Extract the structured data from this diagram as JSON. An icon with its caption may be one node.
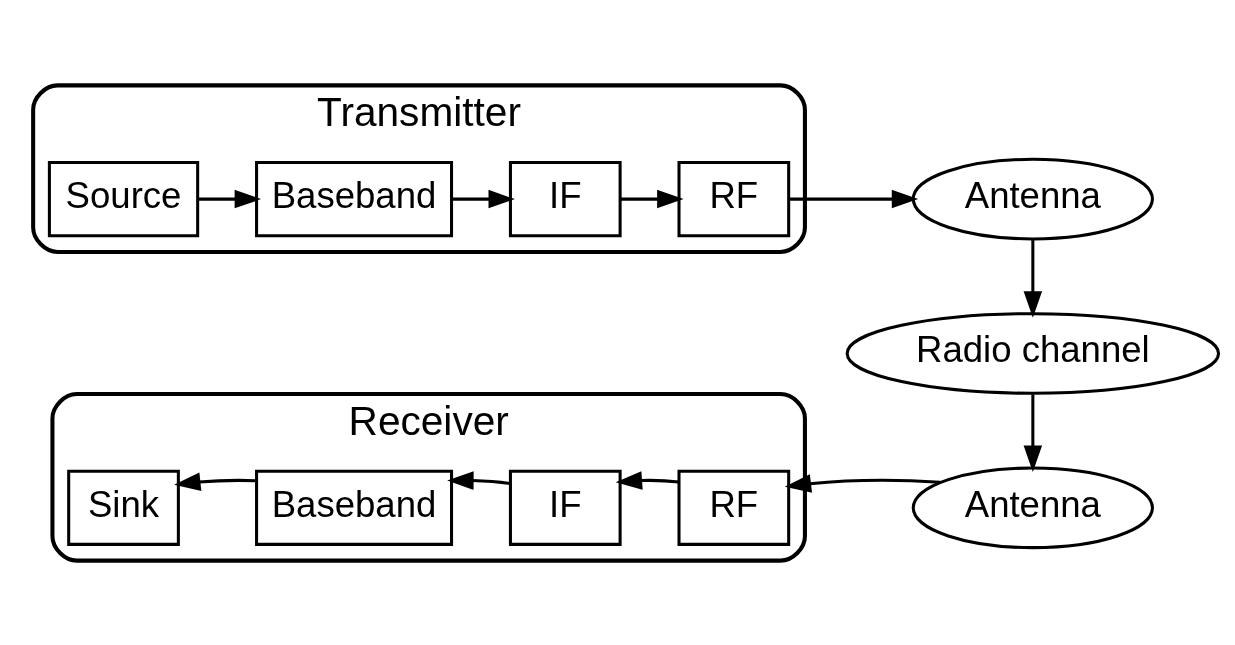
{
  "diagram": {
    "nodes": [
      {
        "text": [
          "Transmitter"
        ]
      },
      {
        "text": [
          "Source"
        ],
        "in": 0
      },
      {
        "text": [
          "Baseband"
        ],
        "in": 0
      },
      {
        "text": [
          "IF"
        ],
        "in": 0
      },
      {
        "text": [
          "RF"
        ],
        "in": 0
      },
      {
        "text": [
          "Antenna"
        ]
      },
      {
        "text": [
          "Radio channel"
        ]
      },
      {
        "text": [
          "Receiver"
        ]
      },
      {
        "text": [
          "Sink"
        ],
        "in": 7
      },
      {
        "text": [
          "Baseband"
        ],
        "in": 7
      },
      {
        "text": [
          "IF"
        ],
        "in": 7
      },
      {
        "text": [
          "RF"
        ],
        "in": 7
      },
      {
        "text": [
          "Antenna"
        ]
      }
    ],
    "edges": [
      {
        "from": 1,
        "to": 2,
        "arrow": "to"
      },
      {
        "from": 2,
        "to": 3,
        "arrow": "to"
      },
      {
        "from": 3,
        "to": 4,
        "arrow": "to"
      },
      {
        "from": 4,
        "to": 5,
        "arrow": "to"
      },
      {
        "from": 5,
        "to": 6,
        "arrow": "to"
      },
      {
        "from": 6,
        "to": 12,
        "arrow": "to"
      },
      {
        "from": 12,
        "to": 11,
        "arrow": "to"
      },
      {
        "from": 11,
        "to": 10,
        "arrow": "to"
      },
      {
        "from": 10,
        "to": 9,
        "arrow": "to"
      },
      {
        "from": 9,
        "to": 8,
        "arrow": "to"
      }
    ]
  }
}
